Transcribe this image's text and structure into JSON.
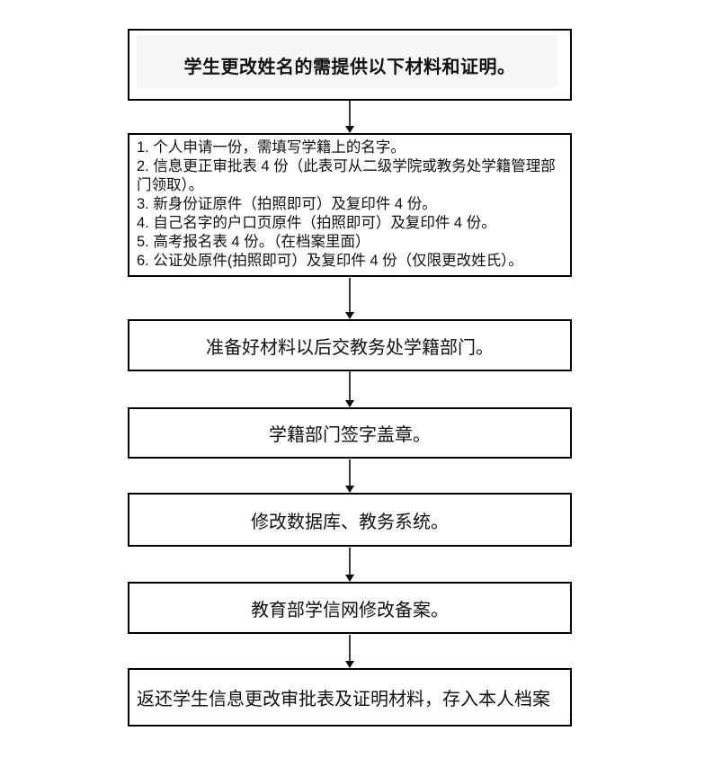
{
  "flowchart": {
    "title_box": {
      "text": "学生更改姓名的需提供以下材料和证明。"
    },
    "materials_box": {
      "items": [
        "1. 个人申请一份，需填写学籍上的名字。",
        "2. 信息更正审批表 4 份（此表可从二级学院或教务处学籍管理部门领取）。",
        "3. 新身份证原件（拍照即可）及复印件 4 份。",
        "4. 自己名字的户口页原件（拍照即可）及复印件 4 份。",
        "5. 高考报名表 4 份。（在档案里面）",
        "6. 公证处原件(拍照即可）及复印件 4 份（仅限更改姓氏）。"
      ]
    },
    "steps": {
      "submit": "准备好材料以后交教务处学籍部门。",
      "sign": "学籍部门签字盖章。",
      "modify_db": "修改数据库、教务系统。",
      "chsi": "教育部学信网修改备案。",
      "return_archive": "返还学生信息更改审批表及证明材料，存入本人档案"
    },
    "colors": {
      "box_border": "#060606",
      "arrow": "#3d3d3d",
      "text": "#111111",
      "background": "#ffffff"
    }
  }
}
